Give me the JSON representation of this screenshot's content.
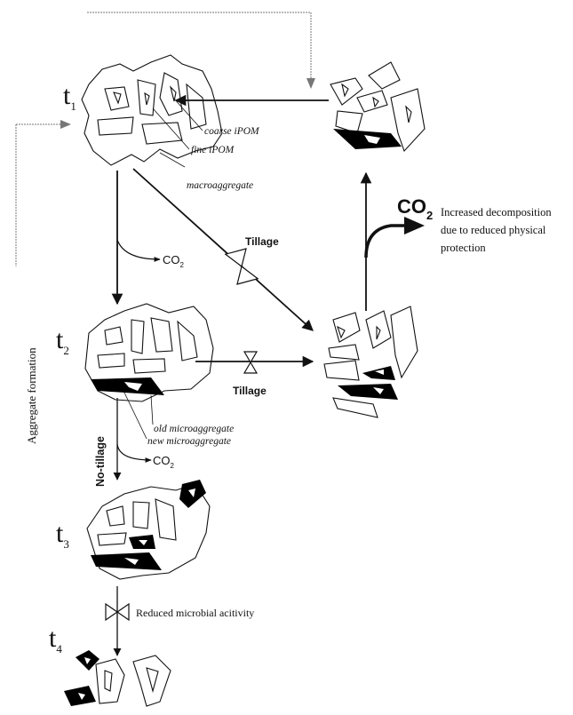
{
  "stages": {
    "t1": {
      "letter": "t",
      "sub": "1"
    },
    "t2": {
      "letter": "t",
      "sub": "2"
    },
    "t3": {
      "letter": "t",
      "sub": "3"
    },
    "t4": {
      "letter": "t",
      "sub": "4"
    }
  },
  "labels": {
    "coarse_ipom": "coarse iPOM",
    "fine_ipom": "fine iPOM",
    "macroaggregate": "macroaggregate",
    "old_microaggregate": "old microaggregate",
    "new_microaggregate": "new microaggregate",
    "aggregate_formation": "Aggregate formation",
    "tillage_diagonal": "Tillage",
    "tillage_horizontal": "Tillage",
    "no_tillage": "No-tillage",
    "reduced_microbial": "Reduced microbial acitivity"
  },
  "co2": {
    "main": "CO",
    "sub": "2"
  },
  "decomposition_text": [
    "Increased decomposition",
    "due to reduced physical",
    "protection"
  ],
  "colors": {
    "ink": "#111111",
    "fill": "#000000",
    "faint": "#888888"
  }
}
